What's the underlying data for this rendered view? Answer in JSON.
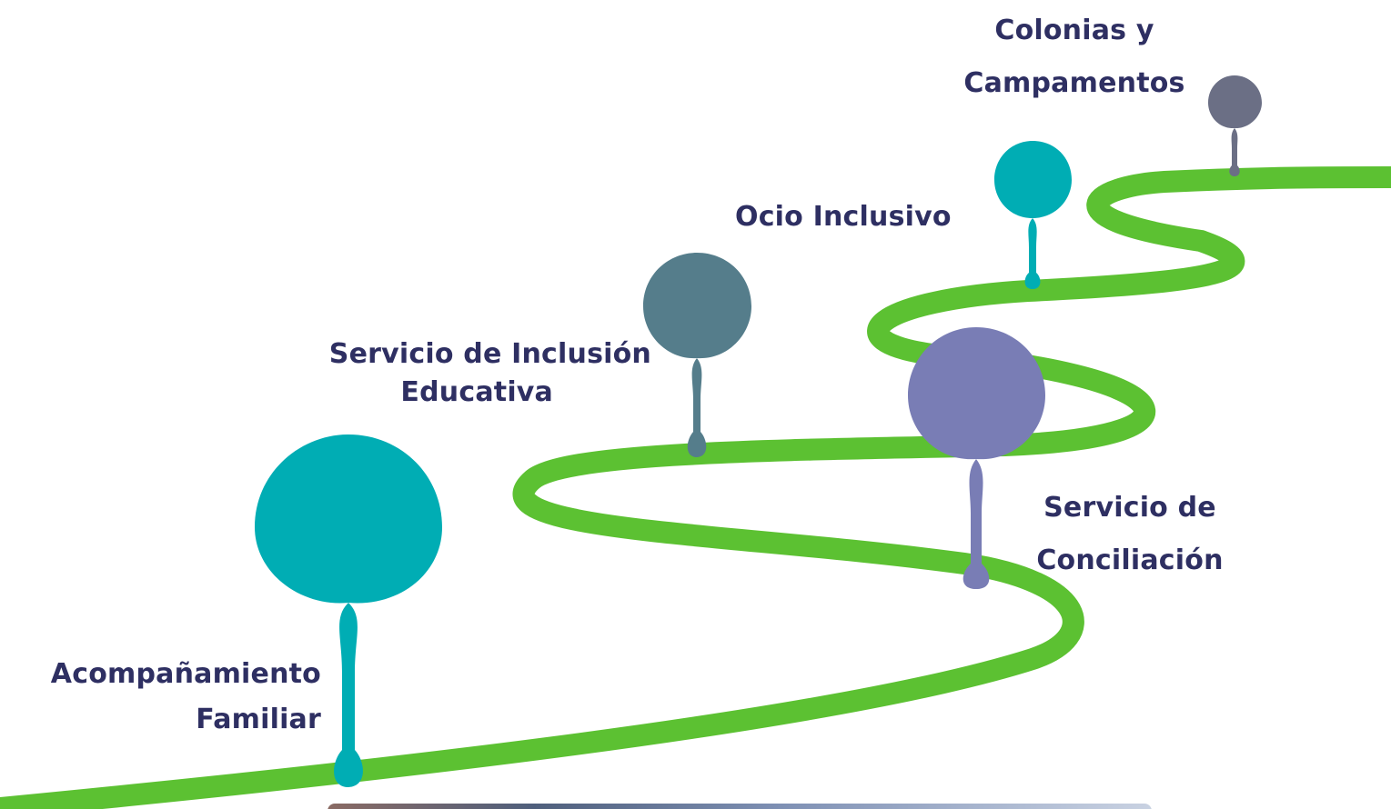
{
  "steps": [
    {
      "id": "acompanamiento",
      "line1": "Acompañamiento",
      "line2": "Familiar",
      "color": "#00adb4"
    },
    {
      "id": "inclusion",
      "line1": "Servicio de Inclusión",
      "line2": "Educativa",
      "color": "#557d8b"
    },
    {
      "id": "ocio",
      "line1": "Ocio Inclusivo",
      "line2": "",
      "color": "#00adb4"
    },
    {
      "id": "conciliacion",
      "line1": "Servicio de",
      "line2": "Conciliación",
      "color": "#797db5"
    },
    {
      "id": "colonias",
      "line1": "Colonias y",
      "line2": "Campamentos",
      "color": "#6b6f85"
    }
  ],
  "road_color": "#5cc132",
  "text_color": "#2e2f62"
}
